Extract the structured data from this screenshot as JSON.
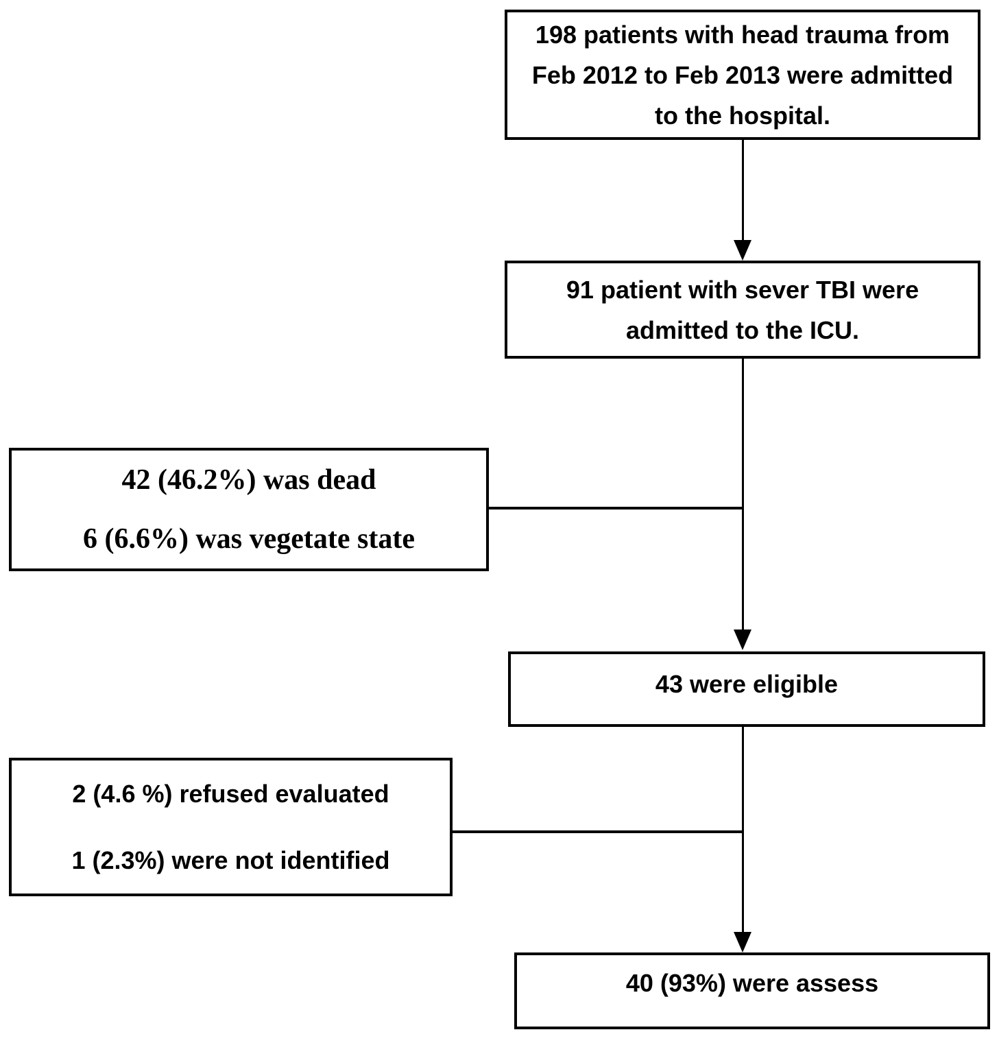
{
  "figure": {
    "type": "flowchart",
    "colors": {
      "ink": "#000000",
      "paper": "#ffffff"
    },
    "nodes": {
      "hospital_admission": {
        "lines": [
          "198 patients with head trauma from",
          "Feb 2012 to Feb 2013 were admitted",
          "to the hospital."
        ]
      },
      "icu_admission": {
        "lines": [
          "91 patient with sever TBI were",
          "admitted to the ICU."
        ]
      },
      "dead_or_vegetative": {
        "lines": [
          "42 (46.2%) was dead",
          "6 (6.6%) was vegetate state"
        ]
      },
      "eligible": {
        "lines": [
          "43 were eligible"
        ]
      },
      "excluded": {
        "lines": [
          "2 (4.6 %) refused evaluated",
          "1 (2.3%) were not identified"
        ]
      },
      "assessed": {
        "lines": [
          "40 (93%) were assess"
        ]
      }
    }
  }
}
